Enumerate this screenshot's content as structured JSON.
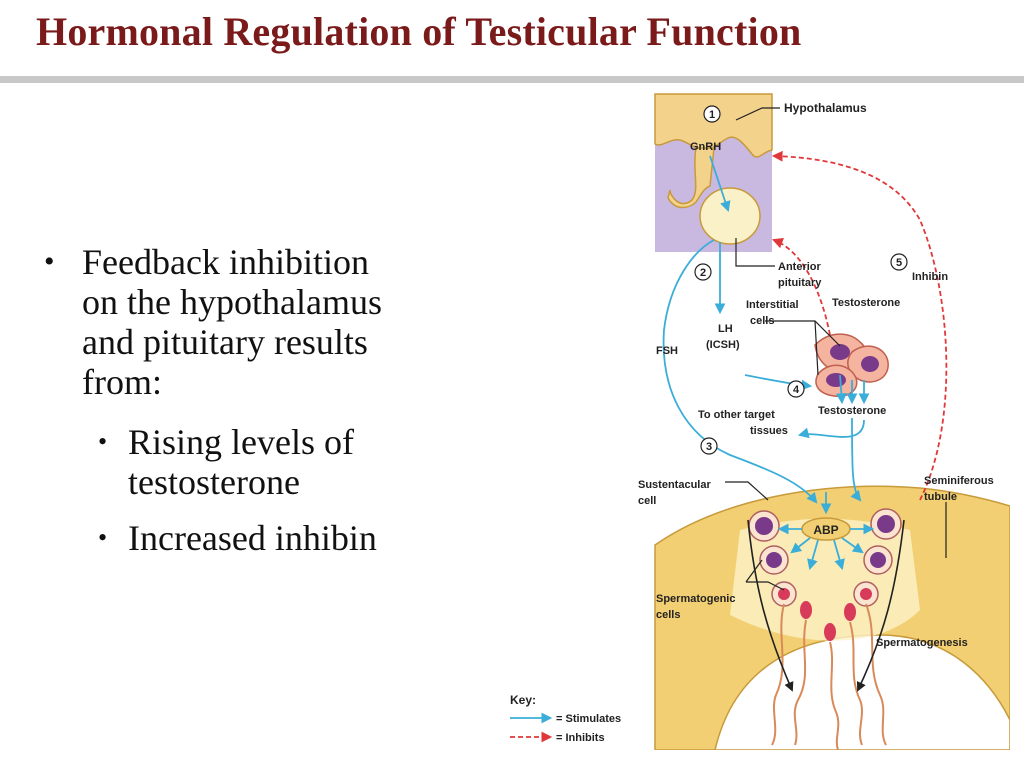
{
  "slide": {
    "title": "Hormonal Regulation of Testicular Function",
    "bullets": [
      {
        "text": "Feedback inhibition on the hypothalamus and pituitary results from:",
        "lines": [
          "Feedback inhibition",
          "on the hypothalamus",
          "and pituitary results",
          "from:"
        ]
      }
    ],
    "sub_bullets": [
      {
        "lines": [
          "Rising levels of",
          "testosterone"
        ]
      },
      {
        "lines": [
          "Increased inhibin"
        ]
      }
    ]
  },
  "figure": {
    "labels": {
      "hypothalamus": "Hypothalamus",
      "gnrh": "GnRH",
      "anterior_pituitary_1": "Anterior",
      "anterior_pituitary_2": "pituitary",
      "inhibin": "Inhibin",
      "testosterone_upper": "Testosterone",
      "interstitial_1": "Interstitial",
      "interstitial_2": "cells",
      "lh_1": "LH",
      "lh_2": "(ICSH)",
      "fsh": "FSH",
      "testosterone_lower": "Testosterone",
      "other_targets_1": "To other target",
      "other_targets_2": "tissues",
      "sustentacular_1": "Sustentacular",
      "sustentacular_2": "cell",
      "seminiferous_1": "Seminiferous",
      "seminiferous_2": "tubule",
      "abp": "ABP",
      "spermatogenic_1": "Spermatogenic",
      "spermatogenic_2": "cells",
      "spermatogenesis": "Spermatogenesis"
    },
    "steps": [
      "1",
      "2",
      "3",
      "4",
      "5"
    ],
    "key": {
      "title": "Key:",
      "stimulates": "= Stimulates",
      "inhibits": "= Inhibits"
    },
    "colors": {
      "title": "#7a1a1a",
      "hypothalamus_bg": "#c9b8e0",
      "tissue": "#f3d28c",
      "tissue_light": "#fbf1c8",
      "stimulate_arrow": "#3aaed8",
      "inhibit_arrow": "#e0383a",
      "cell_nucleus": "#7a3a8a"
    }
  }
}
